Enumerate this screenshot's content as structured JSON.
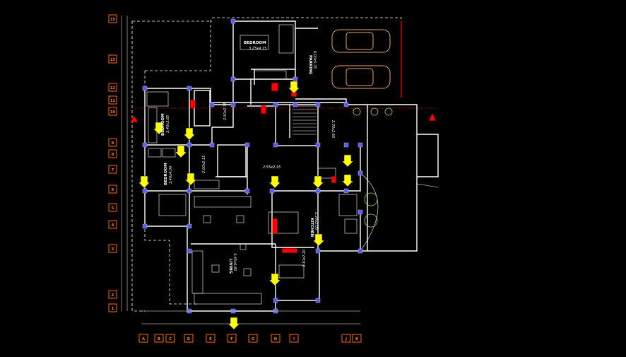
{
  "rooms": [
    {
      "id": "bedroom-top",
      "name": "BEDROOM",
      "dims": "3.25x4.15"
    },
    {
      "id": "parking",
      "name": "PARKING",
      "dims": "6.00x5.75"
    },
    {
      "id": "bedroom-left-1",
      "name": "BEDROOM",
      "dims": "3.40x3.85"
    },
    {
      "id": "bedroom-left-2",
      "name": "BEDROOM",
      "dims": "3.40x4.00"
    },
    {
      "id": "kitchen",
      "name": "KITCHEN",
      "dims": "5.30x2.00"
    },
    {
      "id": "living",
      "name": "LIVING",
      "dims": "4.45x6.80"
    }
  ],
  "dims": [
    {
      "id": "d1",
      "text": "2.50x2.75"
    },
    {
      "id": "d2",
      "text": "2.00x2.15"
    },
    {
      "id": "d3",
      "text": "2.55x2.15"
    },
    {
      "id": "d4",
      "text": "2.00x2.65"
    },
    {
      "id": "d5",
      "text": "3.10x2.20"
    }
  ],
  "grid": {
    "left": [
      "15",
      "13",
      "12",
      "11",
      "10",
      "9",
      "8",
      "7",
      "6",
      "5",
      "4",
      "3",
      "2",
      "1"
    ],
    "bottom": [
      "A",
      "B",
      "C",
      "D",
      "E",
      "F",
      "G",
      "H",
      "I",
      "J",
      "K"
    ]
  },
  "labels": {
    "red_bar_1": "",
    "red_bar_2": ""
  },
  "colors": {
    "background": "#000000",
    "walls": "#ffffff",
    "grid_bubbles": "#ff6a00",
    "markers": "#ffff00",
    "columns": "#5a5aff",
    "cars": "#e8a070",
    "red": "#ff0000",
    "plants": "#8ddc5a"
  }
}
